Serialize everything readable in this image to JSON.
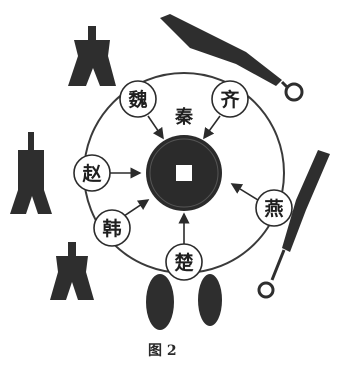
{
  "diagram": {
    "center_label": "秦",
    "states": [
      {
        "id": "wei",
        "label": "魏"
      },
      {
        "id": "qi",
        "label": "齐"
      },
      {
        "id": "zhao",
        "label": "赵"
      },
      {
        "id": "yan",
        "label": "燕"
      },
      {
        "id": "han",
        "label": "韩"
      },
      {
        "id": "chu",
        "label": "楚"
      }
    ],
    "caption": "图 2",
    "colors": {
      "coin": "#2b2b2b",
      "ring": "#3a3a3a",
      "artifact": "#2e2e2e",
      "background": "#ffffff"
    },
    "icons": [
      "spade-coin-icon",
      "knife-coin-icon",
      "ant-nose-coin-icon",
      "ban-liang-coin-icon"
    ]
  }
}
